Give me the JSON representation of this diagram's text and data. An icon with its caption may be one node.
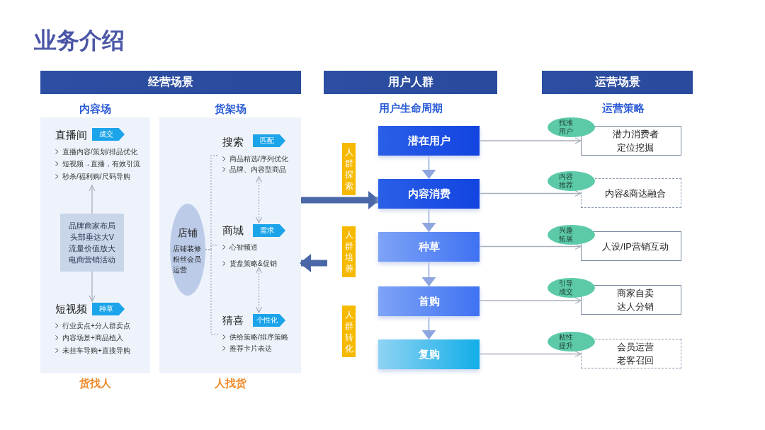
{
  "diagram": {
    "title": "业务介绍",
    "nodes": [
      {
        "text": [
          "经营场景"
        ]
      },
      {
        "text": [
          "用户人群"
        ]
      },
      {
        "text": [
          "运营场景"
        ]
      },
      {
        "text": [
          "内容场"
        ],
        "beside": [
          "货找人"
        ]
      },
      {
        "text": [
          "直播间",
          "直播内容/策划/排品优化",
          "短视频→直播，有效引流",
          "秒杀/福利购/尺码导购"
        ],
        "in": 3
      },
      {
        "text": [
          "成交"
        ],
        "in": 4
      },
      {
        "text": [
          "品牌商家布局",
          "头部垂达大V",
          "流量价值放大",
          "电商营销活动"
        ],
        "in": 3
      },
      {
        "text": [
          "短视频",
          "行业卖点+分人群卖点",
          "内容场景+商品植入",
          "未挂车导购+直搜导购"
        ],
        "in": 3
      },
      {
        "text": [
          "种草"
        ],
        "in": 7
      },
      {
        "text": [
          "货架场"
        ],
        "beside": [
          "人找货"
        ]
      },
      {
        "text": [
          "店铺",
          "店铺装修",
          "粉丝会员运营"
        ],
        "in": 9
      },
      {
        "text": [
          "搜索",
          "商品精选/序列优化",
          "品牌、内容型商品"
        ],
        "in": 9
      },
      {
        "text": [
          "匹配"
        ],
        "in": 11
      },
      {
        "text": [
          "商城",
          "心智频道",
          "货盘策略&促销"
        ],
        "in": 9
      },
      {
        "text": [
          "需求"
        ],
        "in": 13
      },
      {
        "text": [
          "猜喜",
          "供给策略/排序策略",
          "推荐卡片表达"
        ],
        "in": 9
      },
      {
        "text": [
          "个性化"
        ],
        "in": 15
      },
      {
        "text": [
          "人群探索"
        ]
      },
      {
        "text": [
          "人群培养"
        ]
      },
      {
        "text": [
          "人群转化"
        ]
      },
      {
        "text": [
          "潜在用户"
        ]
      },
      {
        "text": [
          "内容消费"
        ]
      },
      {
        "text": [
          "种草"
        ]
      },
      {
        "text": [
          "首购"
        ]
      },
      {
        "text": [
          "复购"
        ]
      },
      {
        "text": [
          "找准用户"
        ]
      },
      {
        "text": [
          "潜力消费者定位挖掘"
        ]
      },
      {
        "text": [
          "内容推荐"
        ]
      },
      {
        "text": [
          "内容&商达融合"
        ]
      },
      {
        "text": [
          "兴趣拓展"
        ]
      },
      {
        "text": [
          "人设/IP营销互动"
        ]
      },
      {
        "text": [
          "引导成交"
        ]
      },
      {
        "text": [
          "商家自卖达人分销"
        ]
      },
      {
        "text": [
          "粘性提升"
        ]
      },
      {
        "text": [
          "会员运营老客召回"
        ]
      }
    ],
    "edges": [
      {
        "from": 6,
        "to": 4,
        "arrow": "to"
      },
      {
        "from": 6,
        "to": 7,
        "arrow": "to"
      },
      {
        "from": 10,
        "to": 11,
        "arrow": "none",
        "style": "dashed"
      },
      {
        "from": 10,
        "to": 13,
        "arrow": "none",
        "style": "dashed"
      },
      {
        "from": 10,
        "to": 15,
        "arrow": "none",
        "style": "dashed"
      },
      {
        "from": 11,
        "to": 13,
        "arrow": "both",
        "style": "dashed"
      },
      {
        "from": 13,
        "to": 15,
        "arrow": "both",
        "style": "dashed"
      },
      {
        "from": 9,
        "to": 21,
        "arrow": "to",
        "style": "thick",
        "color": "#4a68a8"
      },
      {
        "from": null,
        "to": 9,
        "arrow": "to",
        "style": "thick",
        "color": "#4a68a8"
      },
      {
        "from": 20,
        "to": 21,
        "arrow": "to",
        "color": "#8ea6e0"
      },
      {
        "from": 21,
        "to": 22,
        "arrow": "to",
        "color": "#8ea6e0"
      },
      {
        "from": 22,
        "to": 23,
        "arrow": "to",
        "color": "#8ea6e0"
      },
      {
        "from": 23,
        "to": 24,
        "arrow": "to",
        "color": "#8ea6e0"
      },
      {
        "from": 20,
        "to": 26,
        "arrow": "to"
      },
      {
        "from": 21,
        "to": 28,
        "arrow": "to"
      },
      {
        "from": 22,
        "to": 30,
        "arrow": "to"
      },
      {
        "from": 23,
        "to": 32,
        "arrow": "to"
      },
      {
        "from": 24,
        "to": 34,
        "arrow": "to"
      }
    ],
    "labels": [
      "用户生命周期",
      "运营策略"
    ]
  }
}
